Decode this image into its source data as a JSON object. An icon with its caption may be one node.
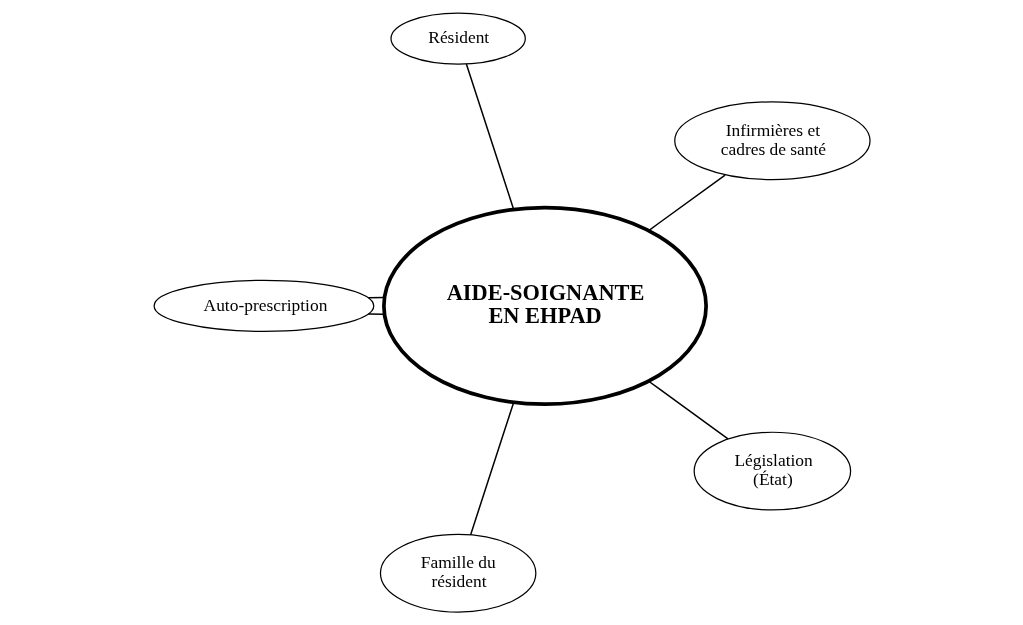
{
  "diagram": {
    "nodes": [
      {
        "text": [
          "Infirmières et cadres de santé"
        ]
      },
      {
        "text": [
          "Résident"
        ]
      },
      {
        "text": [
          "AIDE-SOIGNANTE EN EHPAD"
        ]
      },
      {
        "text": [
          "Auto-prescription"
        ]
      },
      {
        "text": [
          "Famille du résident"
        ]
      },
      {
        "text": [
          "Législation (État)"
        ]
      }
    ],
    "edges": [
      {
        "from": 2,
        "to": 0,
        "arrow": "none"
      },
      {
        "from": 2,
        "to": 1,
        "arrow": "none"
      },
      {
        "from": 2,
        "to": 3,
        "arrow": "none"
      },
      {
        "from": 2,
        "to": 3,
        "arrow": "none"
      },
      {
        "from": 2,
        "to": 4,
        "arrow": "none"
      },
      {
        "from": 2,
        "to": 5,
        "arrow": "none"
      }
    ]
  }
}
